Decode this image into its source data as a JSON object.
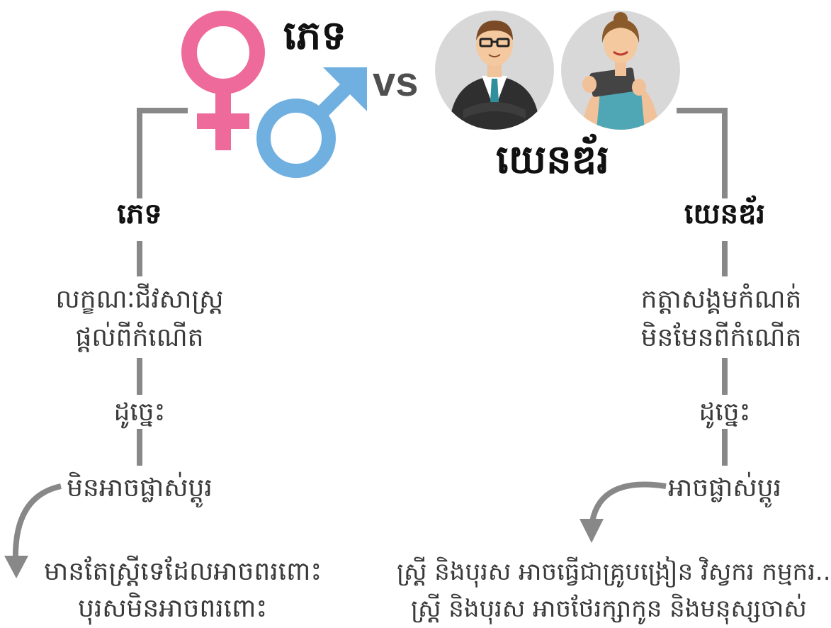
{
  "header": {
    "sex_title": "ភេទ",
    "vs": "vs",
    "gender_title": "យេនឌ័រ"
  },
  "left": {
    "heading": "ភេទ",
    "definition_line1": "លក្ខណៈជីវសាស្ត្រ",
    "definition_line2": "ផ្តល់ពីកំណើត",
    "therefore": "ដូច្នេះ",
    "conclusion": "មិនអាចផ្លាស់ប្តូរ",
    "example_line1": "មានតែស្ត្រីទេដែលអាចពរពោះ",
    "example_line2": "បុរសមិនអាចពរពោះ"
  },
  "right": {
    "heading": "យេនឌ័រ",
    "definition_line1": "កត្តាសង្គមកំណត់",
    "definition_line2": "មិនមែនពីកំណើត",
    "therefore": "ដូច្នេះ",
    "conclusion": "អាចផ្លាស់ប្តូរ",
    "example_line1": "ស្ត្រី និងបុរស អាចធ្វើជាគ្រូបង្រៀន វិស្វករ កម្មករ...",
    "example_line2": "ស្ត្រី និងបុរស អាចថែរក្សាកូន និងមនុស្សចាស់"
  },
  "icons": {
    "female_symbol": "female-symbol-icon",
    "male_symbol": "male-symbol-icon",
    "man_avatar": "businessman-icon",
    "woman_avatar": "businesswoman-icon",
    "left_arrow": "curved-arrow-icon",
    "right_arrow": "curved-arrow-icon"
  },
  "colors": {
    "female_pink": "#ee6a9a",
    "male_blue": "#6fb0e0",
    "line_gray": "#888888",
    "avatar_bg": "#d8d8d8"
  }
}
